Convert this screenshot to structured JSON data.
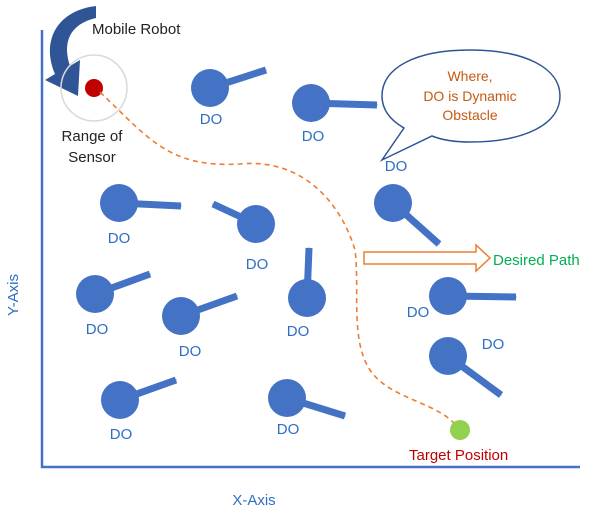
{
  "labels": {
    "mobile_robot": "Mobile Robot",
    "range_line1": "Range of",
    "range_line2": "Sensor",
    "y_axis": "Y-Axis",
    "x_axis": "X-Axis",
    "desired_path": "Desired Path",
    "target_position": "Target Position",
    "callout_line1": "Where,",
    "callout_line2": "DO is Dynamic",
    "callout_line3": "Obstacle",
    "obstacle": "DO"
  },
  "obstacles": [
    {
      "id": 1
    },
    {
      "id": 2
    },
    {
      "id": 3
    },
    {
      "id": 4
    },
    {
      "id": 5
    },
    {
      "id": 6
    },
    {
      "id": 7
    },
    {
      "id": 8
    },
    {
      "id": 9
    },
    {
      "id": 10
    },
    {
      "id": 11
    },
    {
      "id": 12
    },
    {
      "id": 13
    },
    {
      "id": 14
    },
    {
      "id": 15
    }
  ],
  "colors": {
    "obstacle": "#4472C4",
    "obstacle_dark": "#2F5597",
    "axis": "#4472C4",
    "path": "#ED7D31",
    "robot": "#C00000",
    "target": "#92D050",
    "desired_path_text": "#00B050",
    "target_text": "#C00000",
    "callout_text": "#C55A11"
  }
}
